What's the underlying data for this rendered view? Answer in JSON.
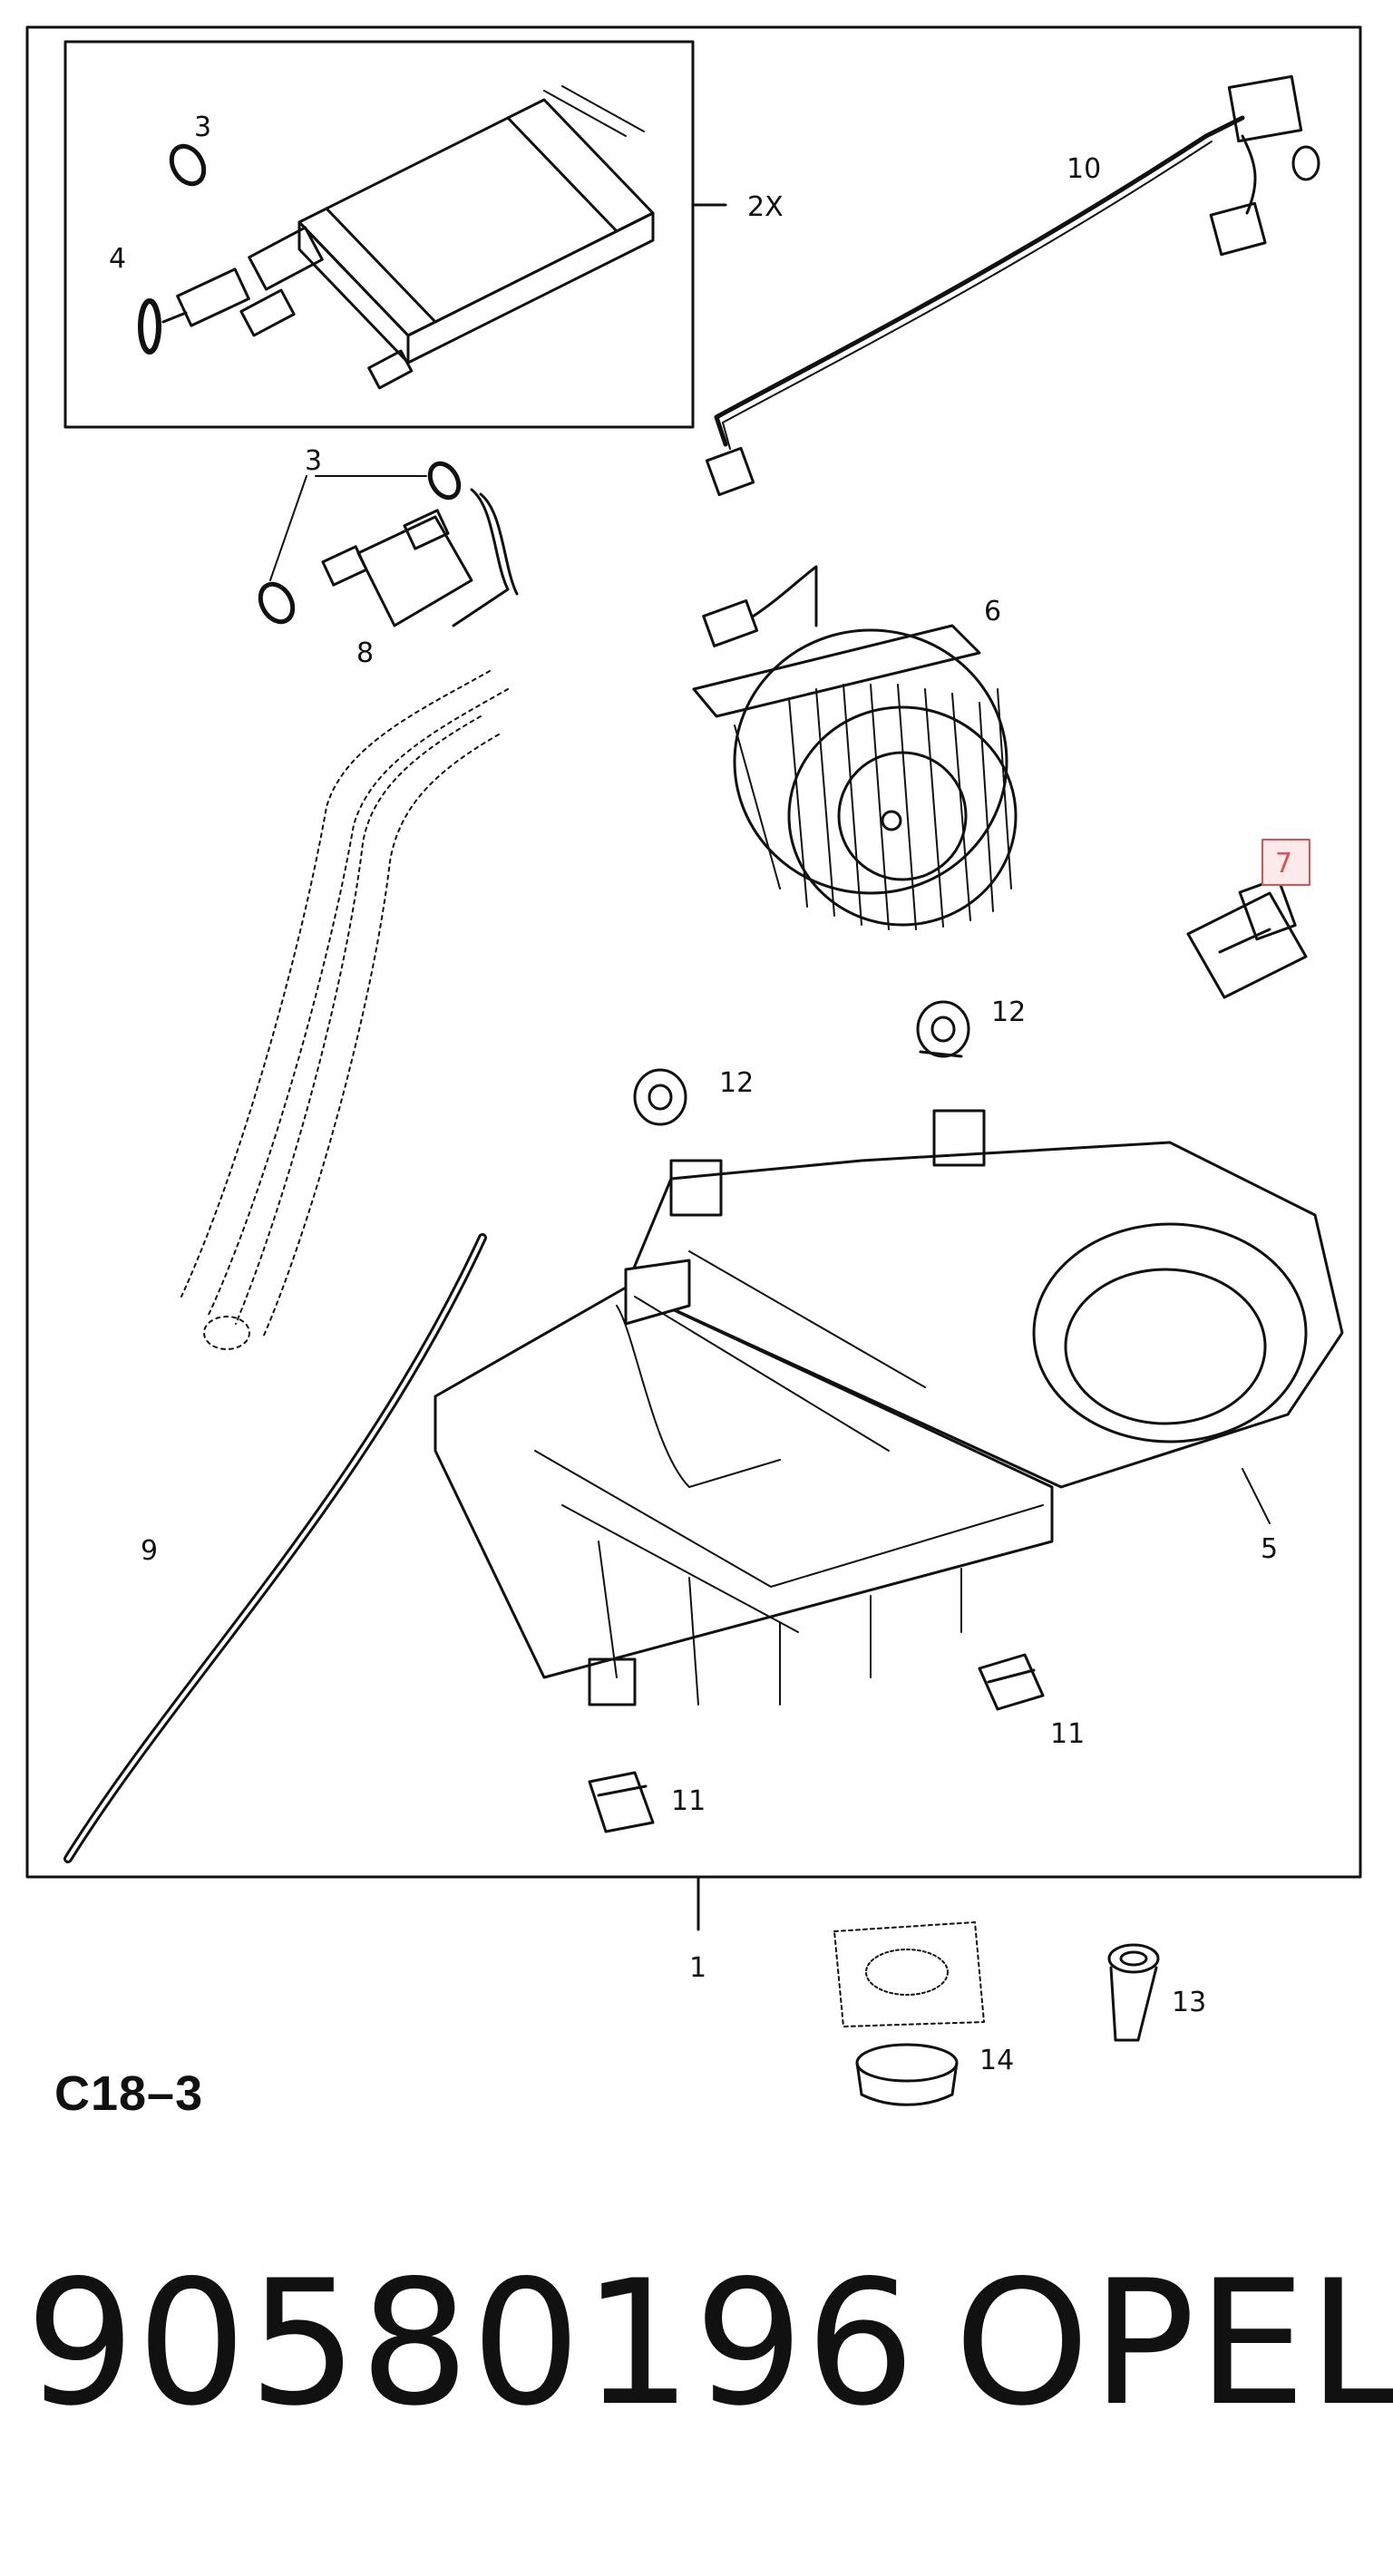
{
  "diagram": {
    "ref_code": "C18–3",
    "highlight_color": "#e05050",
    "callouts": {
      "c1": "1",
      "c2x": "2X",
      "c3a": "3",
      "c3b": "3",
      "c4": "4",
      "c5": "5",
      "c6": "6",
      "c7": "7",
      "c8": "8",
      "c9": "9",
      "c10": "10",
      "c11a": "11",
      "c11b": "11",
      "c12a": "12",
      "c12b": "12",
      "c13": "13",
      "c14": "14"
    }
  },
  "footer": {
    "part_number": "90580196",
    "brand": "OPEL"
  }
}
